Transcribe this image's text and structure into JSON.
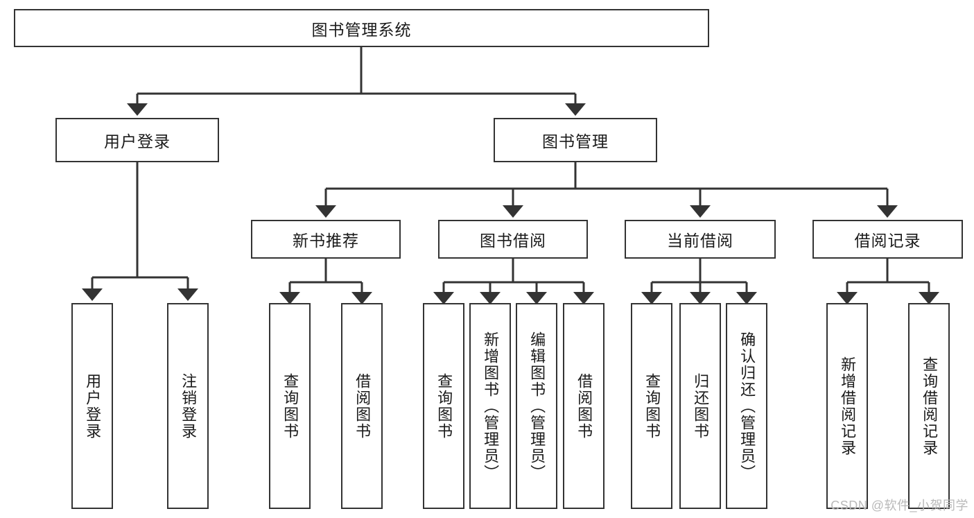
{
  "diagram": {
    "title": "图书管理系统",
    "type": "hierarchy-tree",
    "colors": {
      "box_border": "#333333",
      "box_fill": "#ffffff",
      "edge": "#333333",
      "text": "#1a1a1a",
      "watermark": "#b9b9b9",
      "background": "#ffffff"
    },
    "root": {
      "label": "图书管理系统"
    },
    "level2": [
      {
        "label": "用户登录"
      },
      {
        "label": "图书管理"
      }
    ],
    "level3": [
      {
        "label": "新书推荐"
      },
      {
        "label": "图书借阅"
      },
      {
        "label": "当前借阅"
      },
      {
        "label": "借阅记录"
      }
    ],
    "leaves_user_login": [
      {
        "label": "用户登录"
      },
      {
        "label": "注销登录"
      }
    ],
    "leaves_new_book": [
      {
        "label": "查询图书"
      },
      {
        "label": "借阅图书"
      }
    ],
    "leaves_borrow": [
      {
        "label": "查询图书"
      },
      {
        "label": "新增图书（管理员）"
      },
      {
        "label": "编辑图书（管理员）"
      },
      {
        "label": "借阅图书"
      }
    ],
    "leaves_current": [
      {
        "label": "查询图书"
      },
      {
        "label": "归还图书"
      },
      {
        "label": "确认归还（管理员）"
      }
    ],
    "leaves_records": [
      {
        "label": "新增借阅记录"
      },
      {
        "label": "查询借阅记录"
      }
    ],
    "watermark": "CSDN @软件_小贺同学"
  }
}
